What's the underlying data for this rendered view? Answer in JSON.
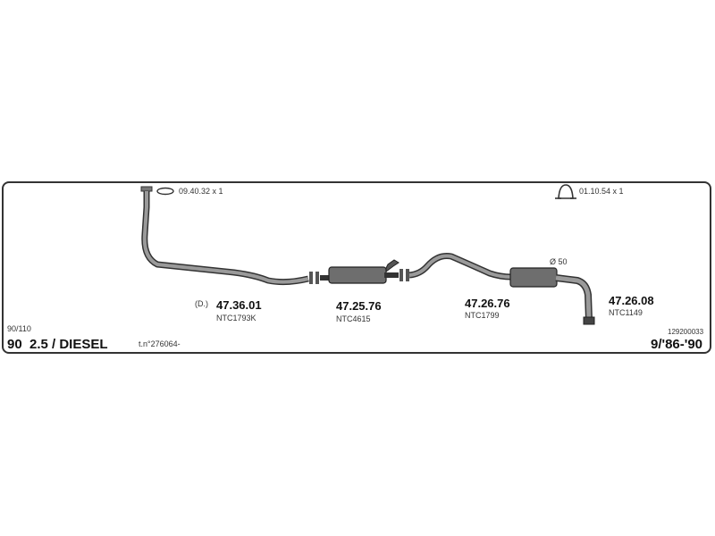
{
  "header": {
    "model": "90",
    "engine": "2.5 / DIESEL",
    "variant": "90/110",
    "tn": "t.n°276064-",
    "years": "9/'86-'90",
    "ref": "129200033"
  },
  "accessories": [
    {
      "label": "09.40.32 x 1",
      "icon": "gasket-icon"
    },
    {
      "label": "01.10.54 x 1",
      "icon": "clamp-icon"
    }
  ],
  "parts": [
    {
      "code": "47.36.01",
      "oe": "NTC1793K",
      "prefix": "(D.)"
    },
    {
      "code": "47.25.76",
      "oe": "NTC4615"
    },
    {
      "code": "47.26.76",
      "oe": "NTC1799"
    },
    {
      "code": "47.26.08",
      "oe": "NTC1149"
    }
  ],
  "diameter": "Ø 50"
}
